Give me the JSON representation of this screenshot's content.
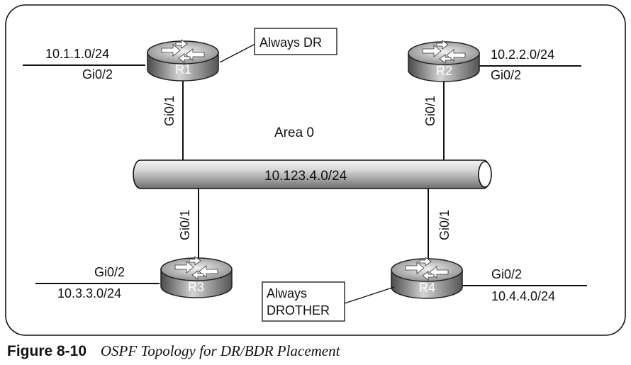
{
  "diagram": {
    "area_label": "Area 0",
    "segment": {
      "network": "10.123.4.0/24"
    },
    "routers": [
      {
        "id": "r1",
        "name": "R1",
        "shared_if": "Gi0/1",
        "lan_if": "Gi0/2",
        "lan_network": "10.1.1.0/24",
        "note": "Always DR"
      },
      {
        "id": "r2",
        "name": "R2",
        "shared_if": "Gi0/1",
        "lan_if": "Gi0/2",
        "lan_network": "10.2.2.0/24"
      },
      {
        "id": "r3",
        "name": "R3",
        "shared_if": "Gi0/1",
        "lan_if": "Gi0/2",
        "lan_network": "10.3.3.0/24"
      },
      {
        "id": "r4",
        "name": "R4",
        "shared_if": "Gi0/1",
        "lan_if": "Gi0/2",
        "lan_network": "10.4.4.0/24",
        "note_lines": [
          "Always",
          "DROTHER"
        ]
      }
    ]
  },
  "caption": {
    "label": "Figure 8-10",
    "title": "OSPF Topology for DR/BDR Placement"
  }
}
